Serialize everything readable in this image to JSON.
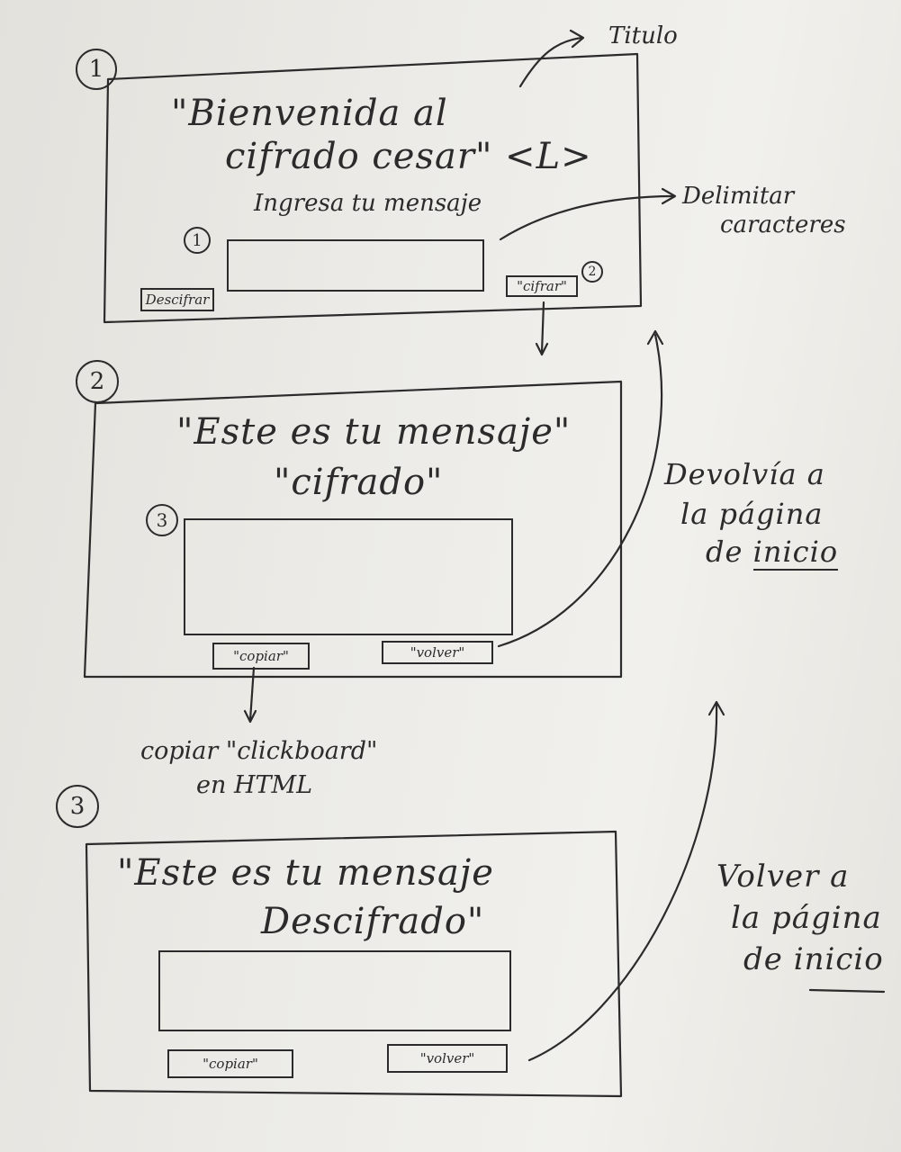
{
  "sketch_1": {
    "step_number": "1",
    "title_line1": "\"Bienvenida al",
    "title_line2": "cifrado cesar\" <L>",
    "prompt": "Ingresa tu mensaje",
    "input_number": "1",
    "decrypt_button": "Descifrar",
    "encrypt_button": "\"cifrar\"",
    "encrypt_number": "2"
  },
  "sketch_2": {
    "step_number": "2",
    "title_line1": "\"Este es tu mensaje\"",
    "title_line2": "\"cifrado\"",
    "output_number": "3",
    "copy_button": "\"copiar\"",
    "back_button": "\"volver\""
  },
  "sketch_3": {
    "step_number": "3",
    "title_line1": "\"Este es tu mensaje",
    "title_line2": "Descifrado\"",
    "copy_button": "\"copiar\"",
    "back_button": "\"volver\""
  },
  "annotations": {
    "title_note": "Titulo",
    "delimit_line1": "Delimitar",
    "delimit_line2": "caracteres",
    "return_line1": "Devolvía a",
    "return_line2": "la página",
    "return_line3_prefix": "de ",
    "return_line3_word": "inicio",
    "copy_line1": "copiar \"clickboard\"",
    "copy_line2": "en HTML",
    "back_line1": "Volver a",
    "back_line2": "la página",
    "back_line3_prefix": "de ",
    "back_line3_word": "inicio"
  }
}
